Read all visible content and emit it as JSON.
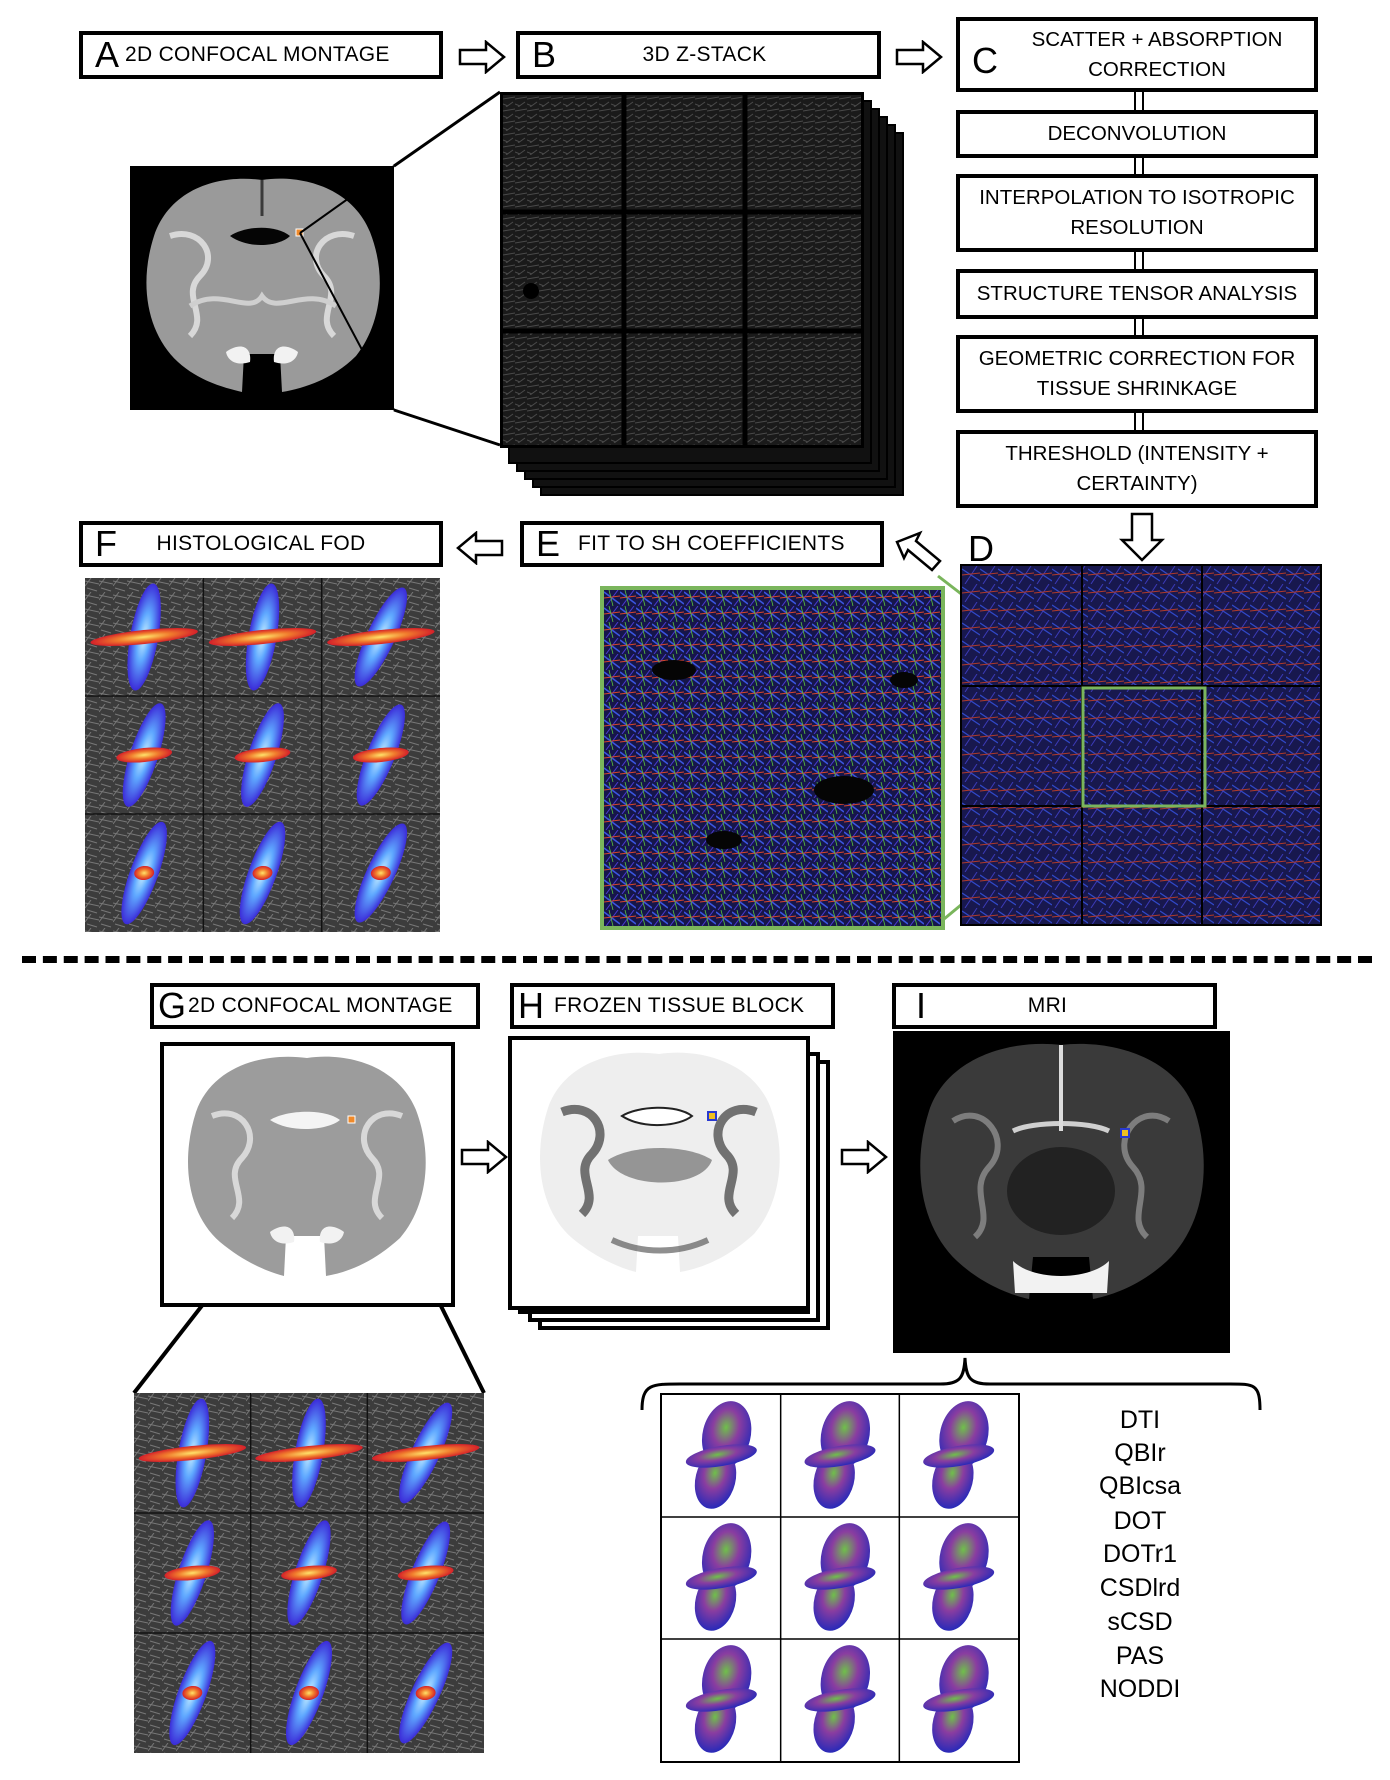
{
  "panels": {
    "a": {
      "letter": "A",
      "title": "2D CONFOCAL MONTAGE"
    },
    "b": {
      "letter": "B",
      "title": "3D Z-STACK"
    },
    "c": {
      "letter": "C"
    },
    "d": {
      "letter": "D"
    },
    "e": {
      "letter": "E",
      "title": "FIT TO SH COEFFICIENTS"
    },
    "f": {
      "letter": "F",
      "title": "HISTOLOGICAL FOD"
    },
    "g": {
      "letter": "G",
      "title": "2D CONFOCAL MONTAGE"
    },
    "h": {
      "letter": "H",
      "title": "FROZEN TISSUE BLOCK"
    },
    "i": {
      "letter": "I",
      "title": "MRI"
    }
  },
  "pipeline_steps": [
    "SCATTER + ABSORPTION CORRECTION",
    "DECONVOLUTION",
    "INTERPOLATION TO ISOTROPIC RESOLUTION",
    "STRUCTURE TENSOR ANALYSIS",
    "GEOMETRIC CORRECTION FOR TISSUE SHRINKAGE",
    "THRESHOLD (INTENSITY + CERTAINTY)"
  ],
  "methods": [
    "DTI",
    "QBIr",
    "QBIcsa",
    "DOT",
    "DOTr1",
    "CSDlrd",
    "sCSD",
    "PAS",
    "NODDI"
  ],
  "colors": {
    "roi_highlight": "#7ab55c",
    "fod_red": "#e8402a",
    "fod_blue": "#3a5cf0",
    "fiber_bg": "#1b1b5a"
  }
}
